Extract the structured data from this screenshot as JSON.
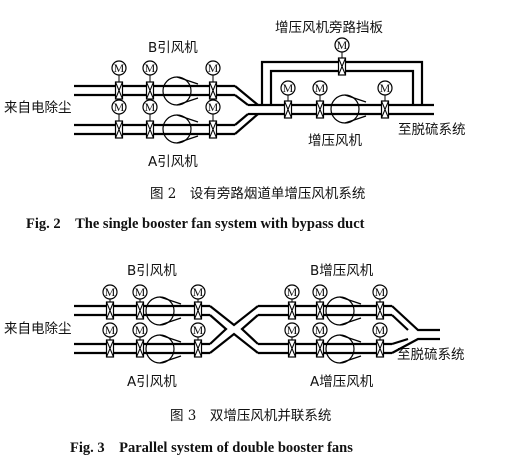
{
  "fig2": {
    "label_bypass_damper": "增压风机旁路挡板",
    "label_b_fan": "B引风机",
    "label_a_fan": "A引风机",
    "label_source": "来自电除尘",
    "label_booster": "增压风机",
    "label_dest": "至脱硫系统",
    "caption_cn": "图 2　设有旁路烟道单增压风机系统",
    "caption_en": "Fig. 2　The single booster fan system with bypass duct"
  },
  "fig3": {
    "label_b_fan": "B引风机",
    "label_b_booster": "B增压风机",
    "label_source": "来自电除尘",
    "label_dest": "至脱硫系统",
    "label_a_fan": "A引风机",
    "label_a_booster": "A增压风机",
    "caption_cn": "图 3　双增压风机并联系统",
    "caption_en": "Fig. 3　Parallel system of double booster fans"
  },
  "actuator_symbol": "M"
}
